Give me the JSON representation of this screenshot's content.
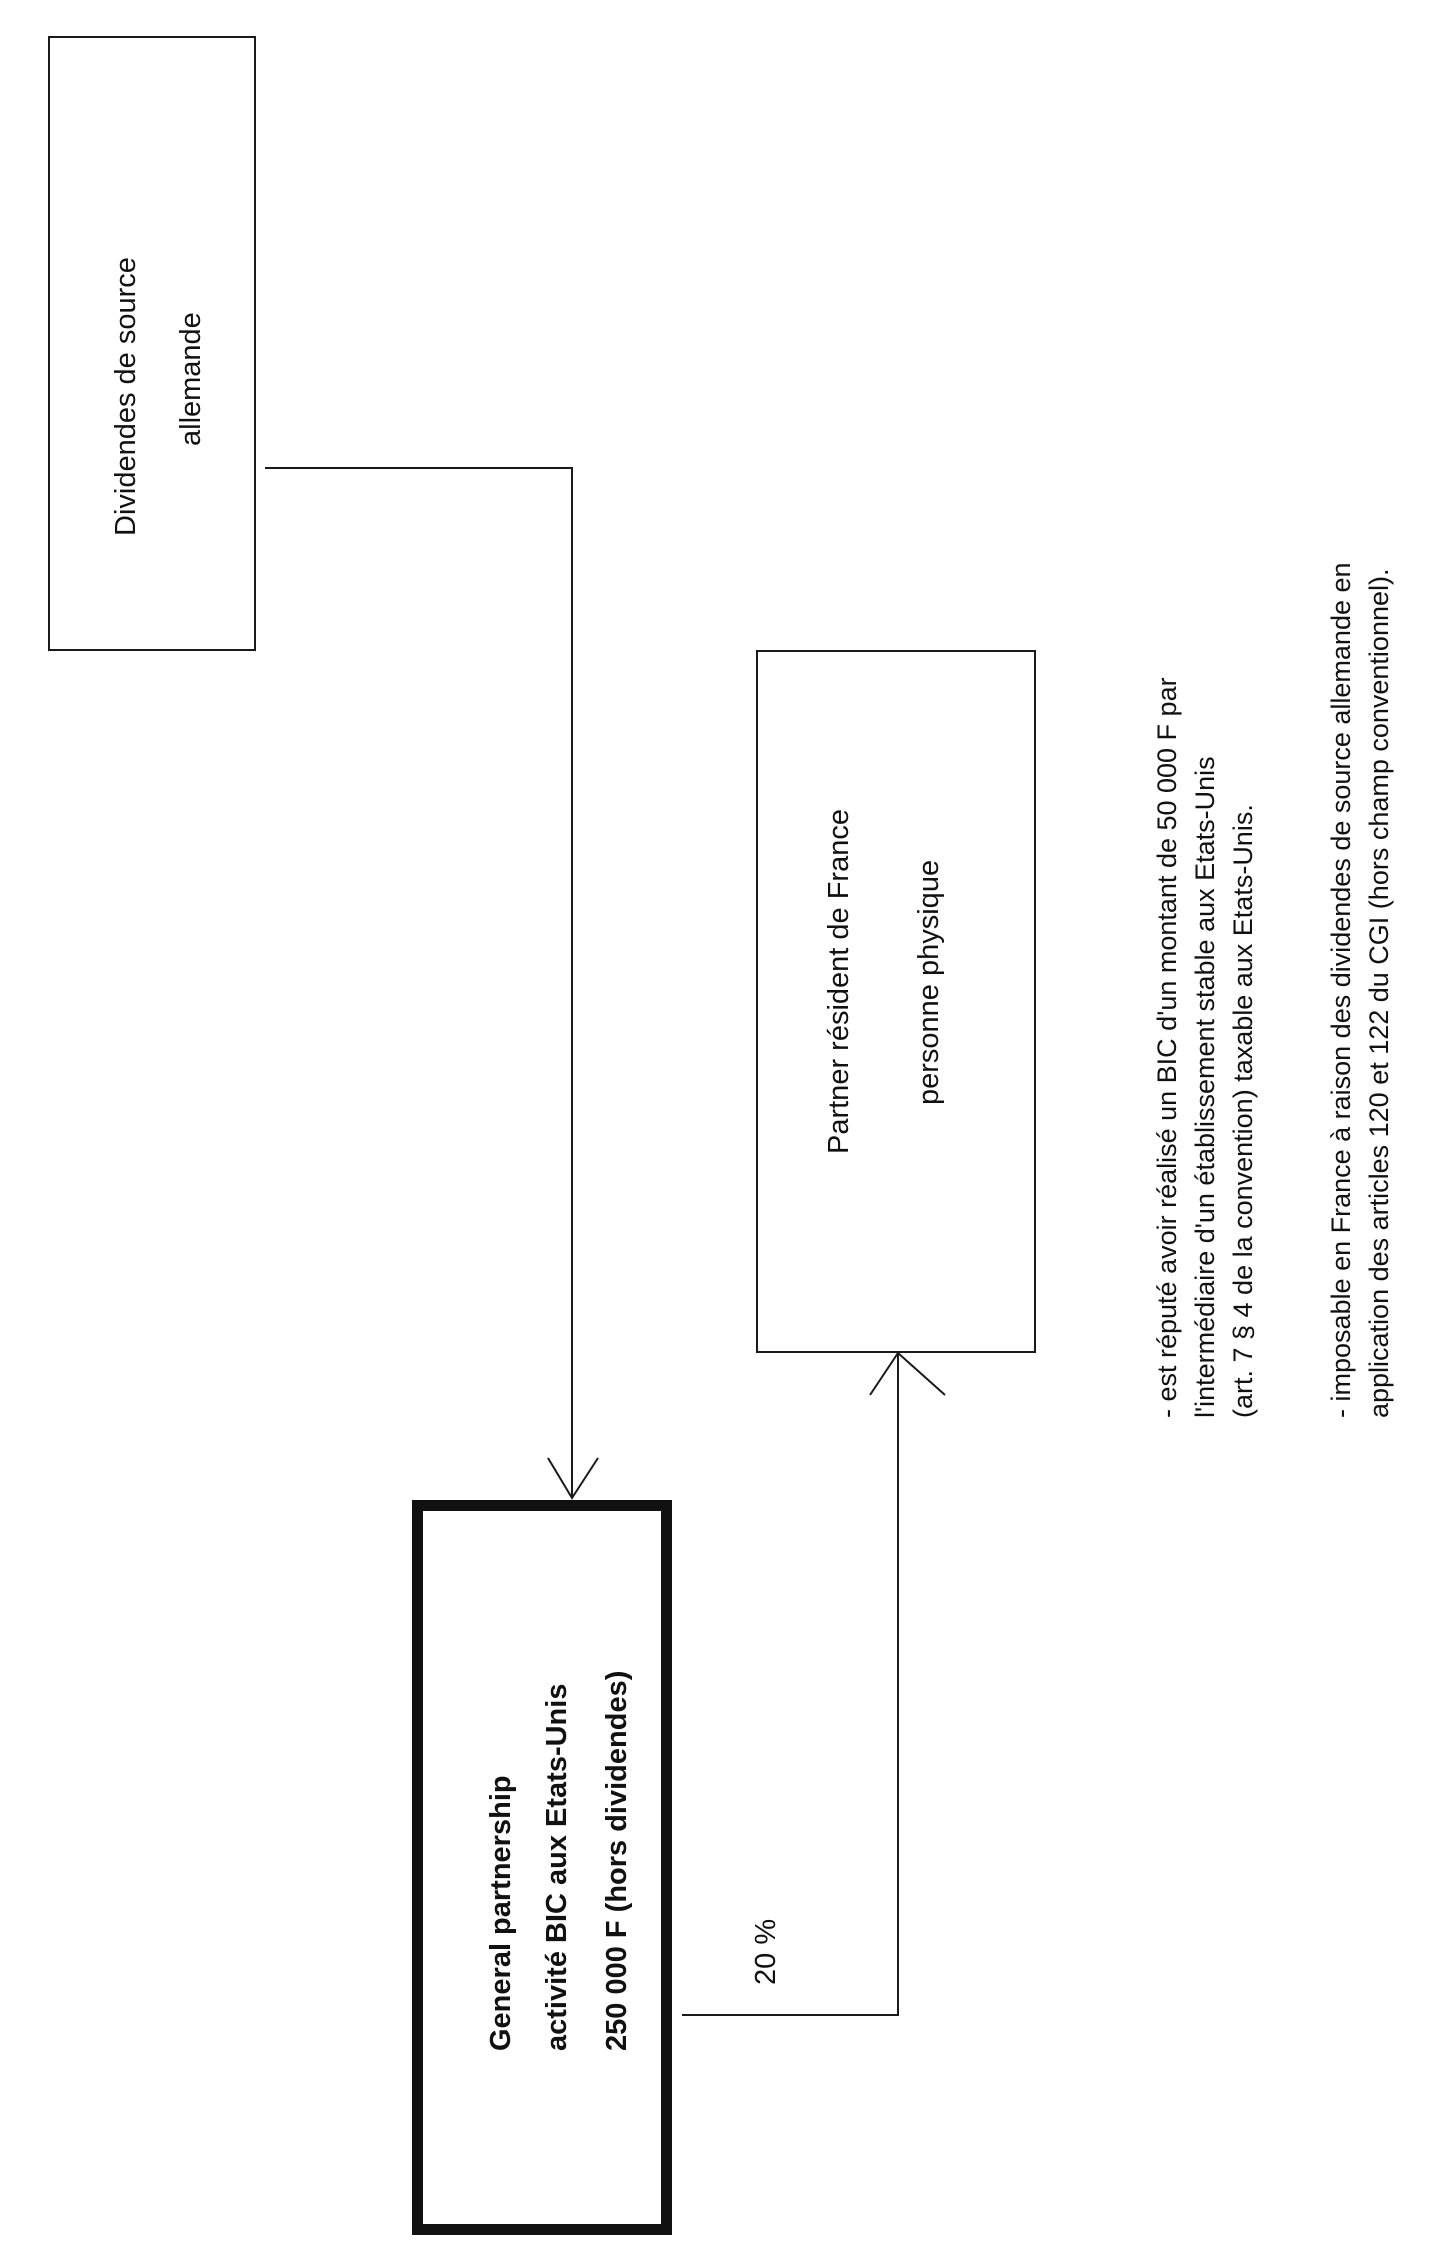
{
  "dividend_box": {
    "line1": "Dividendes de source",
    "line2": "allemande"
  },
  "partner_box": {
    "line1": "Partner résident de France",
    "line2": "personne physique"
  },
  "partnership_box": {
    "line1": "General partnership",
    "line2": "activité BIC aux Etats-Unis",
    "line3": "250 000 F (hors dividendes)"
  },
  "share_label": "20 %",
  "notes": {
    "note1": [
      "- est réputé avoir réalisé un BIC d'un montant de 50 000 F par",
      "l'intermédiaire d'un établissement stable aux Etats-Unis",
      "(art. 7 § 4 de la convention) taxable aux Etats-Unis."
    ],
    "note2": [
      "- imposable en France à raison des dividendes de source allemande en",
      "application des articles 120 et 122 du CGI (hors champ conventionnel)."
    ]
  }
}
